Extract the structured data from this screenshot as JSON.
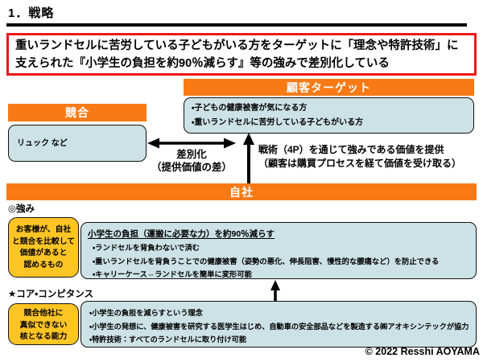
{
  "page": {
    "title": "1．戦略",
    "copyright": "© 2022 Resshi AOYAMA"
  },
  "summary": {
    "line1": "重いランドセルに苦労している子どもがいる方をターゲットに「理念や特許技術」に",
    "line2": "支えられた『小学生の負担を約90％減らす』等の強みで差別化している"
  },
  "customer_target": {
    "header": "顧客ターゲット",
    "items": [
      "・子どもの健康被害が気になる方",
      "・重いランドセルに苦労している子どもがいる方"
    ]
  },
  "competitor": {
    "header": "競合",
    "content": "リュック など"
  },
  "relations": {
    "differentiation_label": "差別化",
    "differentiation_sub": "（提供価値の差）",
    "tactics_line1": "戦術（4P）を通じて強みである価値を提供",
    "tactics_line2": "（顧客は購買プロセスを経て価値を受け取る）"
  },
  "company": {
    "header": "自社",
    "strength_section_label": "◎強み",
    "strength_definition_lines": [
      "お客様が、自社",
      "と競合を比較して",
      "価値があると",
      "認めるもの"
    ],
    "strength_title": "小学生の負担（運搬に必要な力）を約90％減らす",
    "strength_items": [
      "・ランドセルを背負わないで済む",
      "・重いランドセルを背負うことでの健康被害（姿勢の悪化、伸長阻害、慢性的な腰痛など）を防止できる",
      "・キャリーケース⇔ランドセルを簡単に変形可能"
    ],
    "core_section_label": "★コア・コンピタンス",
    "core_definition_lines": [
      "競合他社に",
      "真似できない",
      "核となる能力"
    ],
    "core_items": [
      "・小学生の負担を減らすという理念",
      "・小学生の発想に、健康被害を研究する医学生はじめ、自動車の安全部品などを製造する㈱アオキシンテックが協力",
      "・特許技術：すべてのランドセルに取り付け可能"
    ]
  },
  "colors": {
    "header_orange": "#f97a15",
    "box_blue": "#cde2e6",
    "box_yellow": "#ffc524",
    "alert_red_border": "#ee1717",
    "arrow_black": "#000000"
  }
}
